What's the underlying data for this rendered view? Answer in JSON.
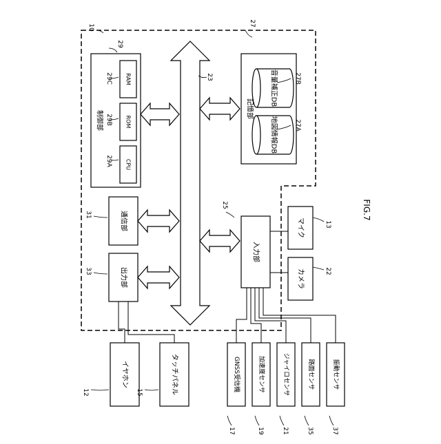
{
  "figure": {
    "fig_label": "FIG.7",
    "device_ref": "10",
    "bus_ref": "23",
    "control": {
      "title": "制御部",
      "ref": "29",
      "cpu": "CPU",
      "cpu_ref": "29A",
      "rom": "ROM",
      "rom_ref": "29B",
      "ram": "RAM",
      "ram_ref": "29C"
    },
    "storage": {
      "title": "記憶部",
      "ref": "27",
      "map_db": "地図情報DB",
      "map_ref": "27A",
      "vol_db": "音量補正DB",
      "vol_ref": "27B"
    },
    "comm": {
      "label": "通信部",
      "ref": "31"
    },
    "output": {
      "label": "出力部",
      "ref": "33"
    },
    "input": {
      "label": "入力部",
      "ref": "25"
    },
    "mic": {
      "label": "マイク",
      "ref": "13"
    },
    "camera": {
      "label": "カメラ",
      "ref": "22"
    },
    "earphone": {
      "label": "イヤホン",
      "ref": "12"
    },
    "touch": {
      "label": "タッチパネル",
      "ref": "15"
    },
    "gnss": {
      "label": "GNSS受信機",
      "ref": "17"
    },
    "accel": {
      "label": "加速度センサ",
      "ref": "19"
    },
    "gyro": {
      "label": "ジャイロセンサ",
      "ref": "21"
    },
    "road": {
      "label": "路面センサ",
      "ref": "35"
    },
    "vib": {
      "label": "振動センサ",
      "ref": "37"
    }
  }
}
